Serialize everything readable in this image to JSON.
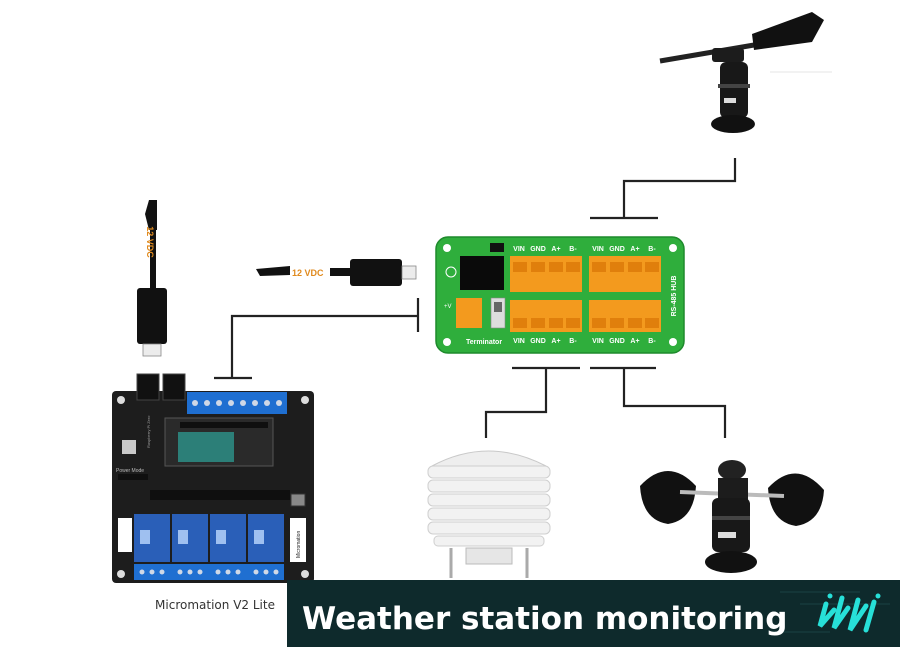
{
  "labels": {
    "vdc_vertical": "12 VDC",
    "vdc_horizontal": "12 VDC",
    "controller_caption": "Micromation V2 Lite",
    "banner_title": "Weather station monitoring"
  },
  "hub": {
    "name": "RS-485 HUB",
    "terminator": "Terminator",
    "pins_top": [
      "VIN",
      "GND",
      "A+",
      "B-",
      "VIN",
      "GND",
      "A+",
      "B-"
    ],
    "pins_bottom": [
      "VIN",
      "GND",
      "A+",
      "B-",
      "VIN",
      "GND",
      "A+",
      "B-"
    ],
    "side_label": "+V"
  },
  "controller": {
    "board_text": "Raspberry Pi Zero",
    "power_mode": "Power Mode",
    "brand": "Micromation"
  },
  "colors": {
    "wire": "#222222",
    "power_label": "#e08a1e",
    "hub_pcb": "#2fae3c",
    "controller_pcb": "#1d1d1d",
    "terminal_blue": "#1f6fd1",
    "relay_blue": "#2a5fb8",
    "terminal_orange": "#f39a1e",
    "banner_bg": "#0e2a2c",
    "banner_text": "#ffffff",
    "logo_cyan": "#27e0d8"
  },
  "icons": [
    "wind-vane-icon",
    "anemometer-icon",
    "radiation-shield-icon",
    "dc-plug-icon",
    "stack-logo-icon"
  ]
}
